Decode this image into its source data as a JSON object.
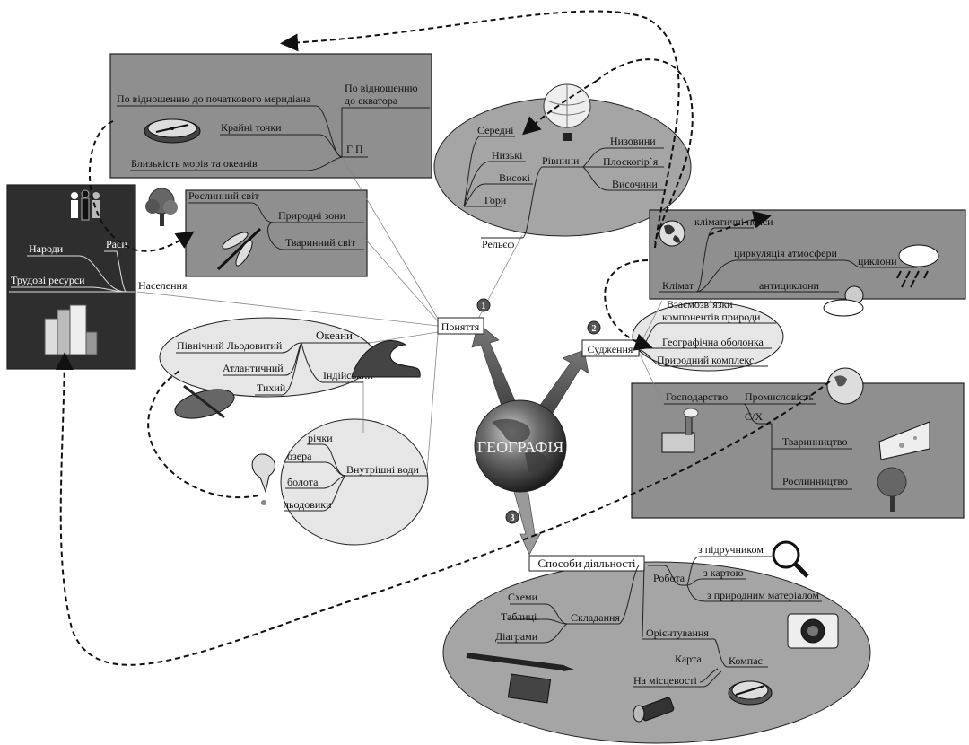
{
  "center": {
    "title": "ГЕОГРАФІЯ"
  },
  "badges": {
    "one": "1",
    "two": "2",
    "three": "3"
  },
  "branches": {
    "concepts": "Поняття",
    "judgments": "Судження",
    "methods": "Способи діяльності"
  },
  "gp": {
    "title": "Г П",
    "prime_meridian": "По відношенню до початкового меридіана",
    "equator_l1": "По відношенню",
    "equator_l2": "до екватора",
    "extreme_points": "Крайні точки",
    "seas": "Близькість морів та океанів"
  },
  "population": {
    "title": "Населення",
    "peoples": "Народи",
    "races": "Раси",
    "labor": "Трудові ресурси"
  },
  "zones": {
    "title": "Природні зони",
    "flora": "Рослинний світ",
    "fauna": "Тваринний світ"
  },
  "relief": {
    "title": "Рельєф",
    "plains": "Рівнини",
    "lowlands": "Низовини",
    "plateaus": "Плоскогір`я",
    "uplands": "Височини",
    "mountains": "Гори",
    "medium": "Середні",
    "low": "Низькі",
    "high": "Високі"
  },
  "climate": {
    "title": "Клімат",
    "belts": "кліматичні пояси",
    "circulation": "циркуляція атмосфери",
    "cyclones": "циклони",
    "anticyclones": "антициклони"
  },
  "judg": {
    "relations_l1": "Взаємозв`язки",
    "relations_l2": "компонентів природи",
    "envelope": "Географічна оболонка",
    "complex": "Природний комплекс"
  },
  "oceans": {
    "title": "Океани",
    "arctic": "Північний Льодовитий",
    "atlantic": "Атлантичний",
    "pacific": "Тихий",
    "indian": "Індійський"
  },
  "inland": {
    "title": "Внутрішні води",
    "rivers": "річки",
    "lakes": "озера",
    "swamps": "болота",
    "glaciers": "льодовики"
  },
  "economy": {
    "title": "Господарство",
    "industry": "Промисловість",
    "agri": "С/Х",
    "livestock": "Тваринництво",
    "crops": "Рослинництво"
  },
  "methods": {
    "work": "Робота",
    "textbook": "з підручником",
    "map": "з картою",
    "material": "з природним матеріалом",
    "compose": "Складання",
    "schemes": "Схеми",
    "tables": "Таблиці",
    "diagrams": "Діаграми",
    "orient": "Орієнтування",
    "map_o": "Карта",
    "compass": "Компас",
    "terrain": "На місцевості"
  },
  "colors": {
    "panel_dark": "#8f8f8f",
    "panel_black": "#2e2e2e",
    "ellipse_light": "#e6e6e6",
    "ellipse_mid": "#a5a5a5",
    "globe": "#555555"
  }
}
